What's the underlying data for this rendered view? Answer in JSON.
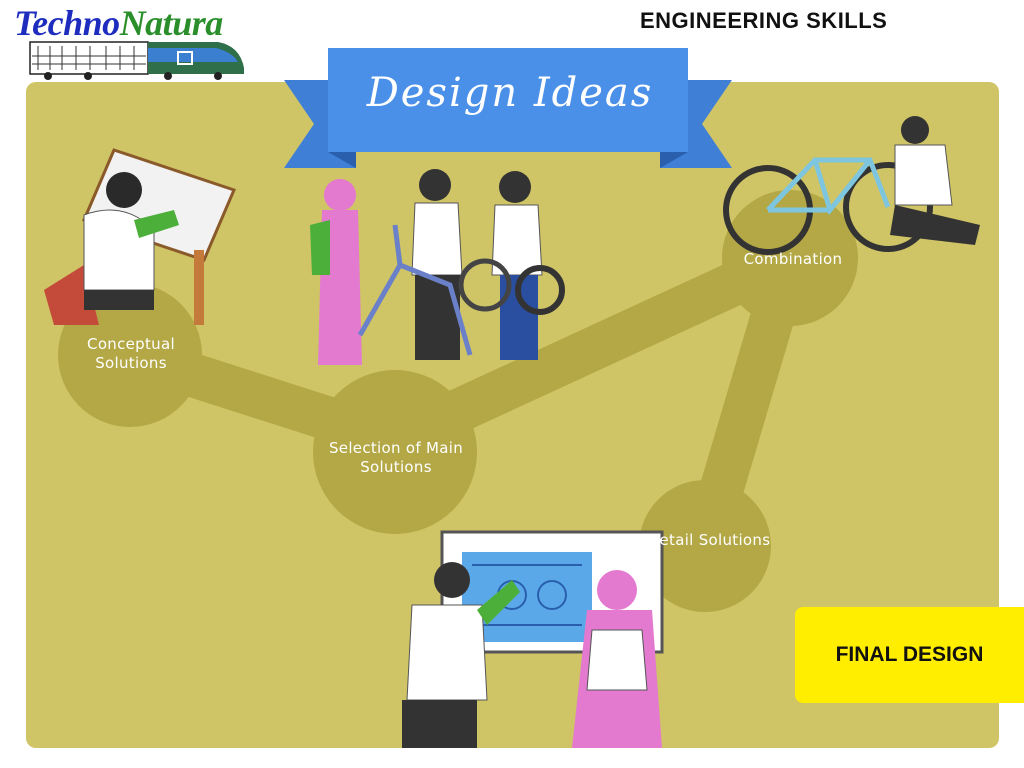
{
  "brand": {
    "name_part1": "Techno",
    "name_part2": "Natura"
  },
  "header": {
    "title": "ENGINEERING SKILLS"
  },
  "banner": {
    "title": "Design Ideas"
  },
  "nodes": {
    "conceptual": "Conceptual Solutions",
    "selection": "Selection of Main Solutions",
    "combination": "Combination",
    "detail": "Detail Solutions"
  },
  "final_design": {
    "label": "FINAL DESIGN"
  },
  "colors": {
    "board": "#cfc466",
    "node": "#b3a845",
    "ribbon": "#4a8fe8",
    "final": "#ffee00",
    "brand_blue": "#1f2dbf",
    "brand_green": "#2a8f2a"
  }
}
